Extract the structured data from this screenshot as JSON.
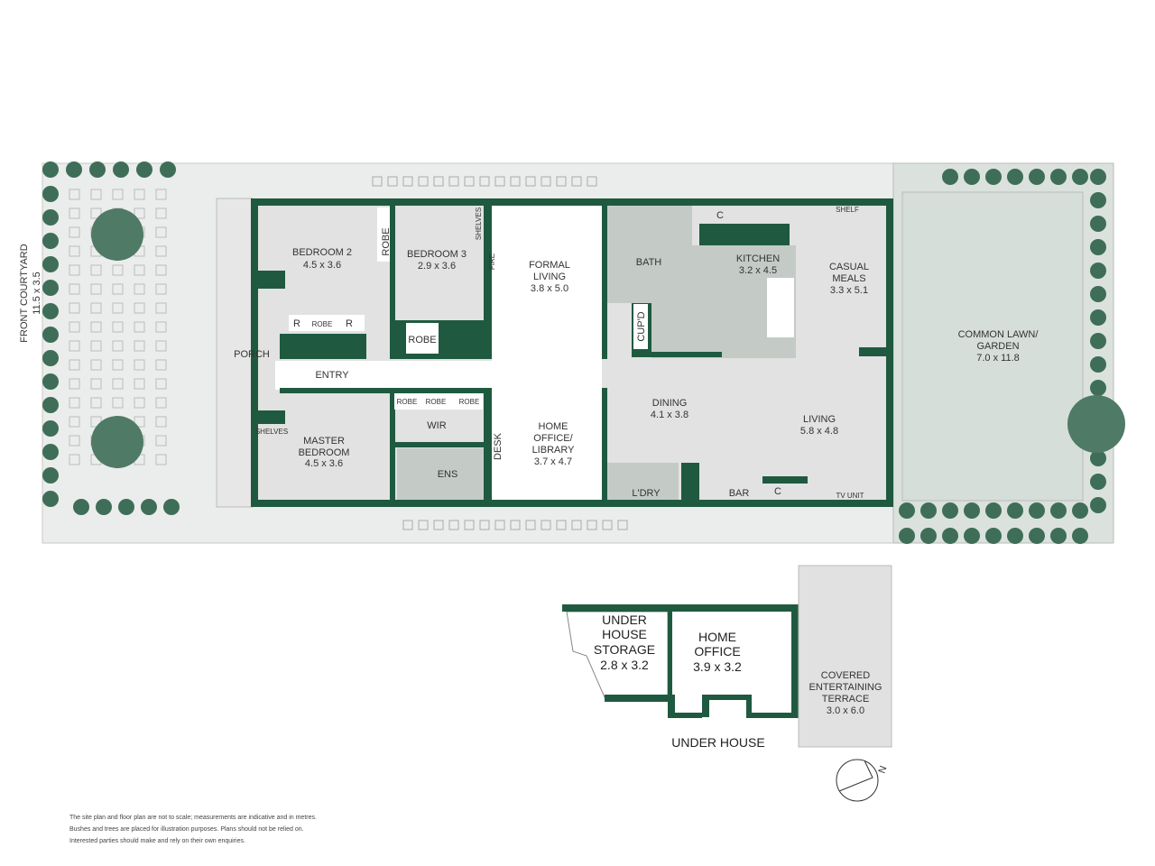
{
  "colors": {
    "wall": "#1f5a40",
    "room": "#e1e2e1",
    "wet": "#c4cbc7",
    "site": "#ebecec",
    "lawn": "#d9e1db",
    "bush": "#3f6e58",
    "tree": "#4f7a66"
  },
  "courtyard": {
    "name": "FRONT COURTYARD",
    "size": "11.5 x 3.5"
  },
  "rooms": {
    "porch": "PORCH",
    "entry": "ENTRY",
    "bedroom2": {
      "name": "BEDROOM 2",
      "size": "4.5 x 3.6"
    },
    "bedroom3": {
      "name": "BEDROOM 3",
      "size": "2.9 x 3.6"
    },
    "formal_living": {
      "name1": "FORMAL",
      "name2": "LIVING",
      "size": "3.8 x 5.0"
    },
    "master": {
      "name1": "MASTER",
      "name2": "BEDROOM",
      "size": "4.5 x 3.6"
    },
    "home_office": {
      "name1": "HOME",
      "name2": "OFFICE/",
      "name3": "LIBRARY",
      "size": "3.7 x 4.7"
    },
    "bath": "BATH",
    "kitchen": {
      "name": "KITCHEN",
      "size": "3.2 x 4.5"
    },
    "casual": {
      "name1": "CASUAL",
      "name2": "MEALS",
      "size": "3.3 x 5.1"
    },
    "dining": {
      "name": "DINING",
      "size": "4.1 x 3.8"
    },
    "living": {
      "name": "LIVING",
      "size": "5.8 x 4.8"
    },
    "lawn": {
      "name1": "COMMON LAWN/",
      "name2": "GARDEN",
      "size": "7.0 x 11.8"
    },
    "wir": "WIR",
    "ens": "ENS",
    "laundry": "L'DRY",
    "bar": "BAR",
    "c": "C",
    "tv": "TV UNIT",
    "shelf": "SHELF",
    "cupd": "CUP'D",
    "robe": "ROBE",
    "r": "R",
    "shelves": "SHELVES",
    "fire": "FIRE",
    "desk": "DESK"
  },
  "under_house": {
    "title": "UNDER HOUSE",
    "storage": {
      "l1": "UNDER",
      "l2": "HOUSE",
      "l3": "STORAGE",
      "size": "2.8 x 3.2"
    },
    "office": {
      "l1": "HOME",
      "l2": "OFFICE",
      "size": "3.9 x 3.2"
    },
    "terrace": {
      "l1": "COVERED",
      "l2": "ENTERTAINING",
      "l3": "TERRACE",
      "size": "3.0 x 6.0"
    }
  },
  "compass": "N",
  "notes": [
    "The site plan and floor plan are not to scale; measurements are indicative and in metres.",
    "Bushes and trees are placed for illustration purposes. Plans should not be relied on.",
    "Interested parties should make and rely on their own enquiries."
  ]
}
